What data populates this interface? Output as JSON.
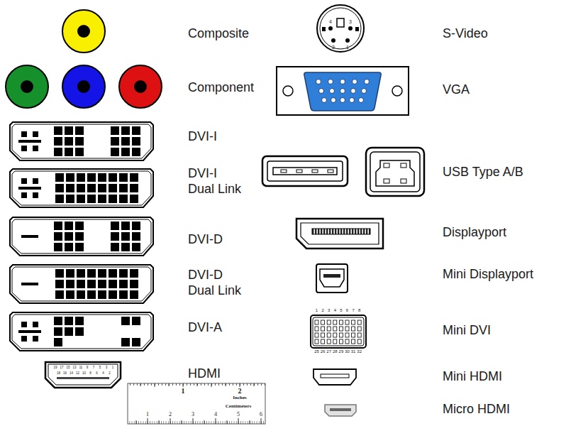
{
  "diagram": {
    "labels": [
      "Composite",
      "S-Video",
      "Component",
      "VGA",
      "DVI-I",
      "DVI-I Dual Link",
      "USB Type A/B",
      "DVI-D",
      "Displayport",
      "DVI-D Dual Link",
      "Mini Displayport",
      "DVI-A",
      "Mini DVI",
      "HDMI",
      "Mini HDMI",
      "Micro HDMI",
      "1",
      "2",
      "Inches",
      "Centimeters",
      "1",
      "2",
      "3",
      "4",
      "5",
      "6",
      "4",
      "3",
      "2",
      "1",
      "1",
      "2",
      "3",
      "4",
      "5",
      "6",
      "7",
      "8",
      "25",
      "26",
      "27",
      "28",
      "29",
      "30",
      "31",
      "32",
      "19",
      "17",
      "15",
      "13",
      "11",
      "9",
      "7",
      "5",
      "3",
      "1",
      "18",
      "16",
      "14",
      "12",
      "10",
      "8",
      "6",
      "4",
      "2"
    ]
  }
}
